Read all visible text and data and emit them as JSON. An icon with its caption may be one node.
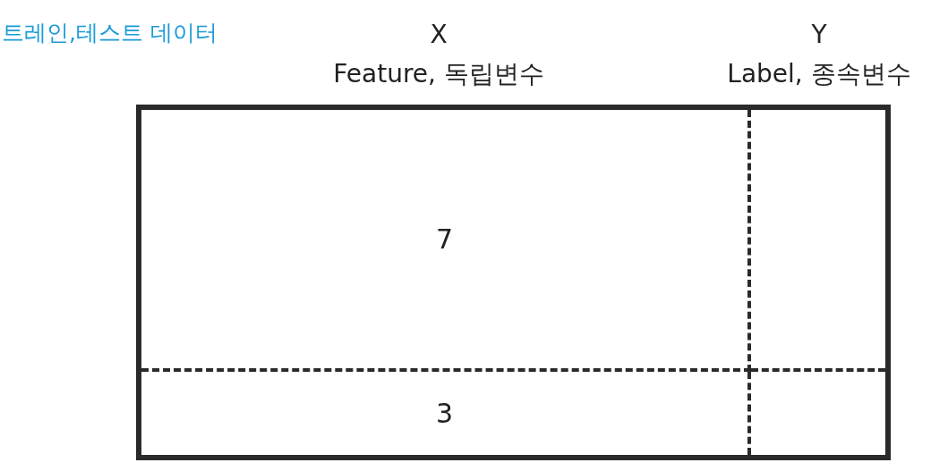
{
  "diagram": {
    "title": "트레인,테스트 데이터",
    "nodes": [
      {
        "text": [
          "7"
        ]
      },
      {
        "text": [
          "3"
        ]
      }
    ],
    "labels": [
      "X",
      "Feature, 독립변수",
      "Y",
      "Label, 종속변수"
    ]
  }
}
